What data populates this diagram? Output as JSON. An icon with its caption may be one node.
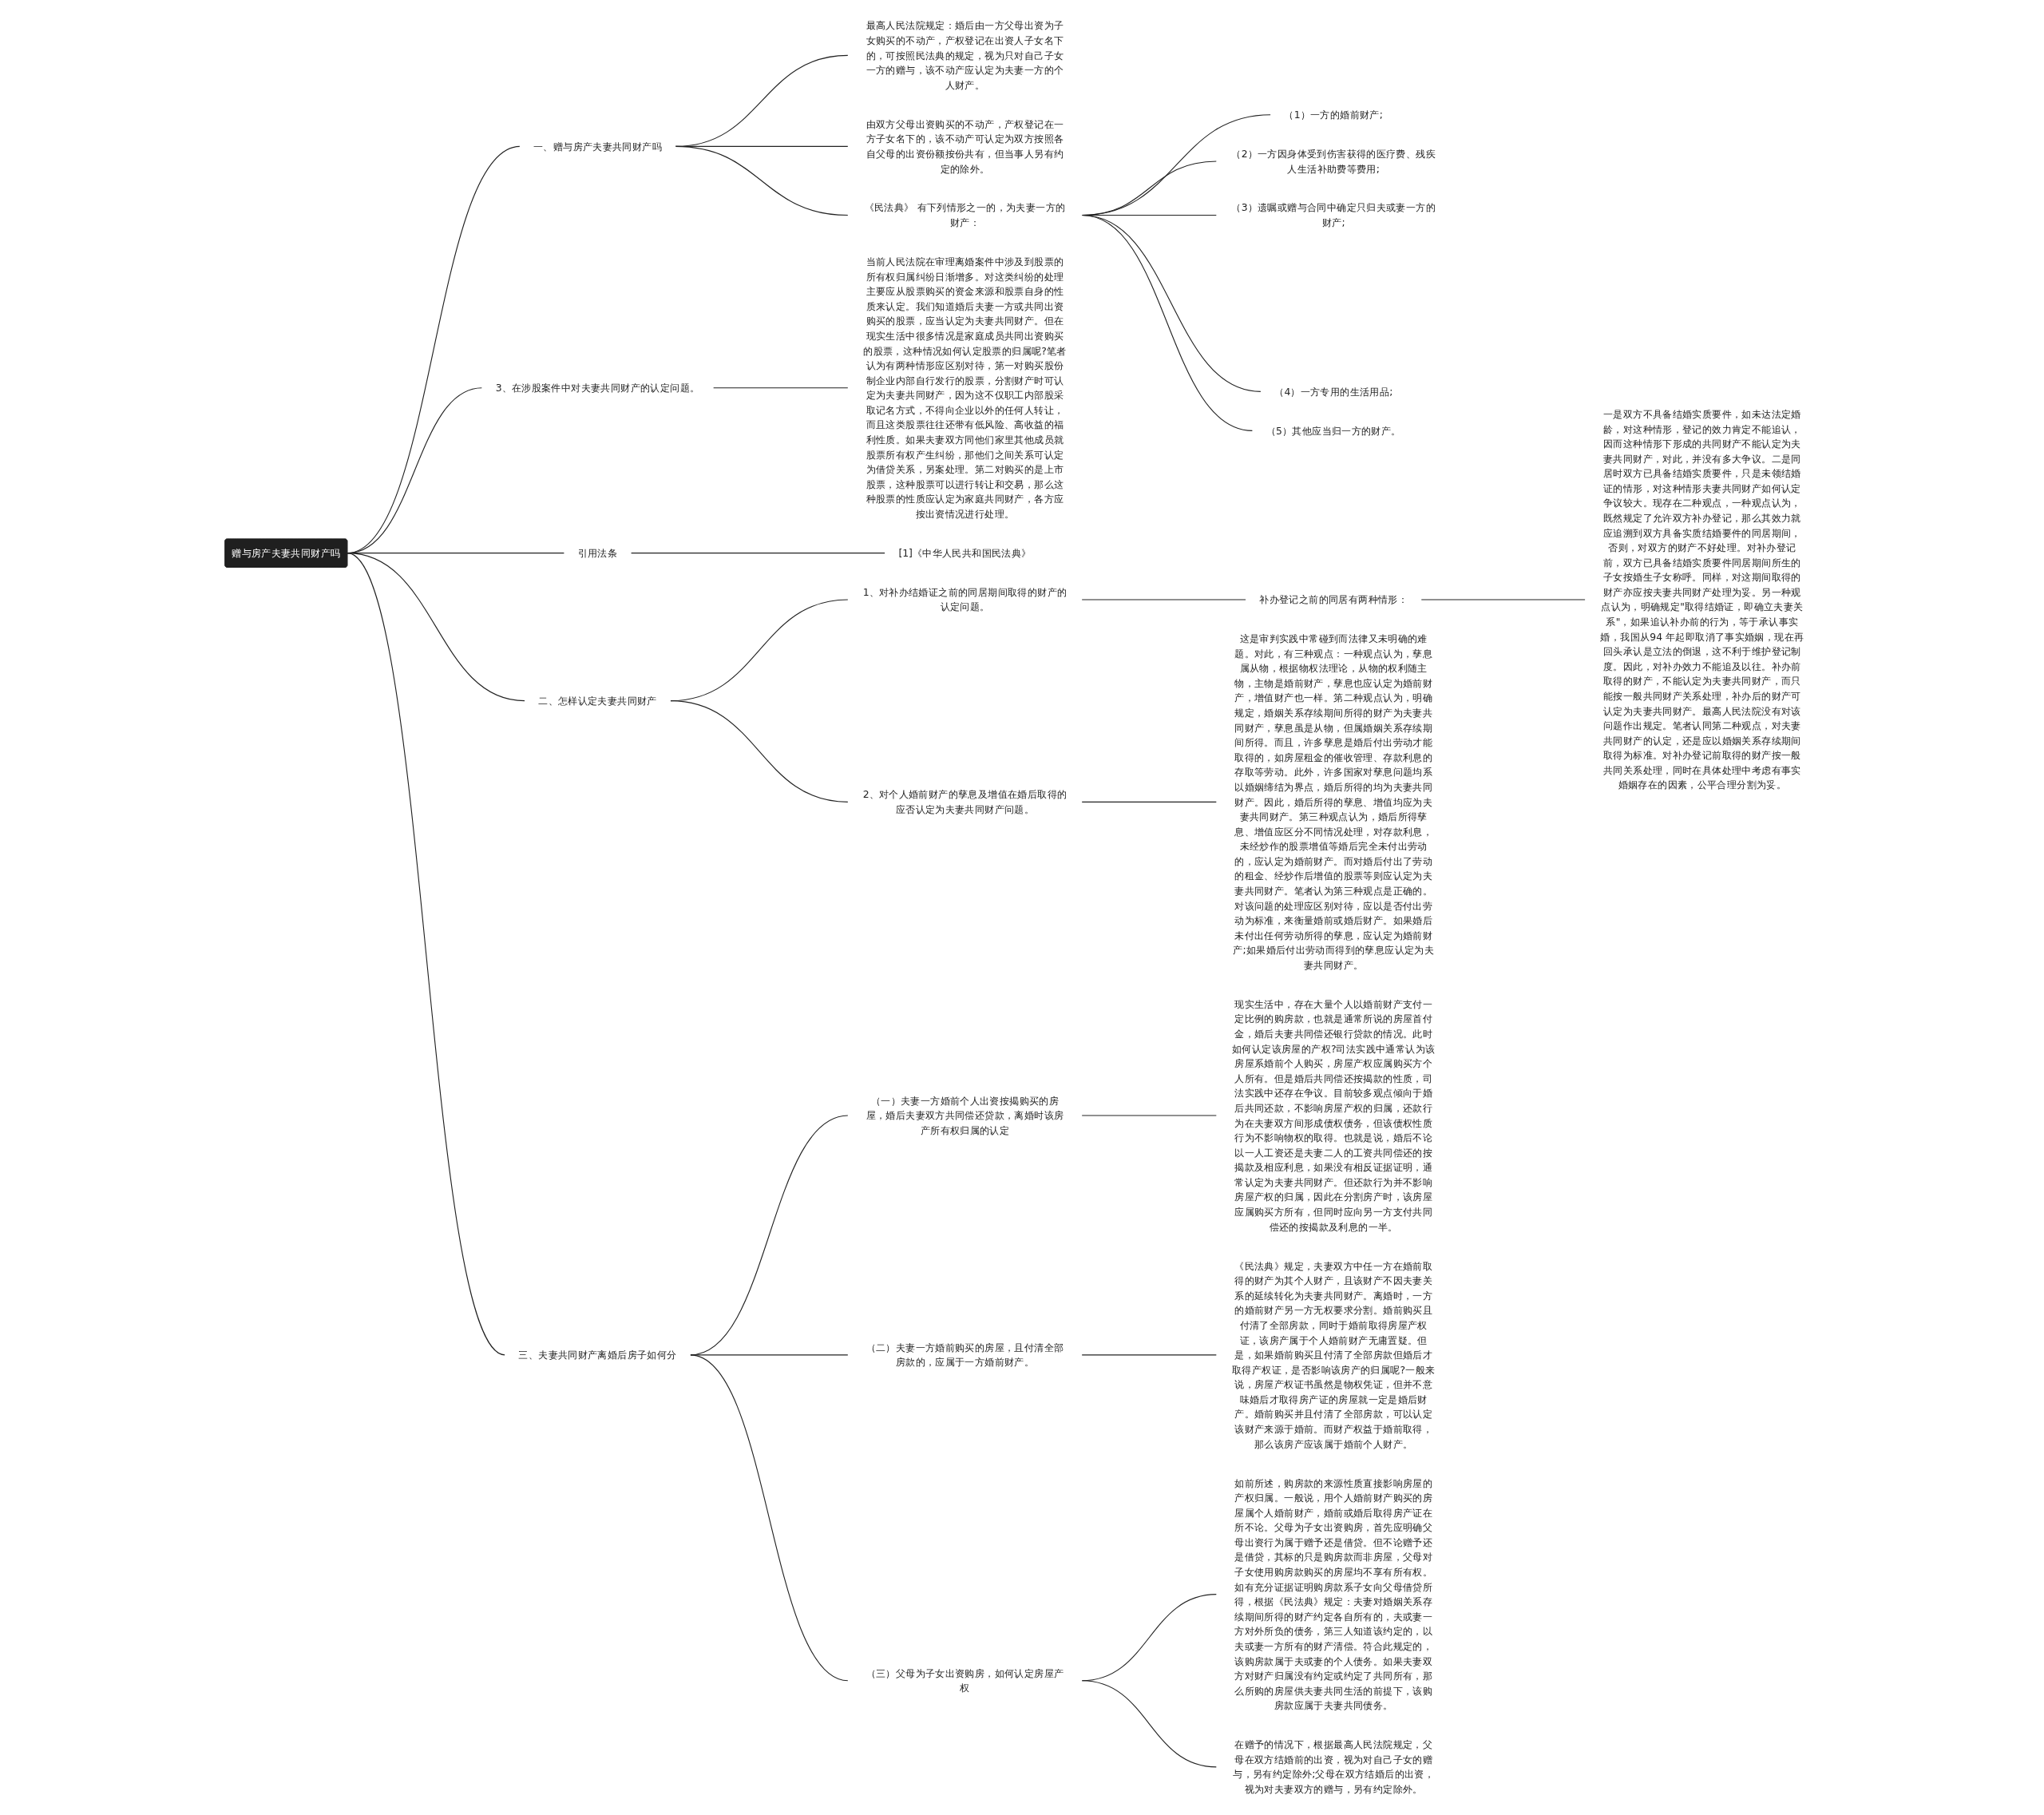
{
  "diagram": {
    "nodes": [
      {
        "text": [
          "赠与房产夫妻共同财产吗"
        ]
      },
      {
        "text": [
          "一、赠与房产夫妻共同财产吗"
        ]
      },
      {
        "text": [
          "最高人民法院规定：婚后由一方父母出资为子女购买的不动产，产权登记在出资人子女名下的，可按照民法典的规定，视为只对自己子女一方的赠与，该不动产应认定为夫妻一方的个人财产。"
        ]
      },
      {
        "text": [
          "由双方父母出资购买的不动产，产权登记在一方子女名下的，该不动产可认定为双方按照各自父母的出资份额按份共有，但当事人另有约定的除外。"
        ]
      },
      {
        "text": [
          "《民法典》 有下列情形之一的，为夫妻一方的财产："
        ]
      },
      {
        "text": [
          "（1）一方的婚前财产;"
        ]
      },
      {
        "text": [
          "（2）一方因身体受到伤害获得的医疗费、残疾人生活补助费等费用;"
        ]
      },
      {
        "text": [
          "（3）遗嘱或赠与合同中确定只归夫或妻一方的财产;"
        ]
      },
      {
        "text": [
          "（4）一方专用的生活用品;"
        ]
      },
      {
        "text": [
          "（5）其他应当归一方的财产。"
        ]
      },
      {
        "text": [
          "3、在涉股案件中对夫妻共同财产的认定问题。"
        ]
      },
      {
        "text": [
          "当前人民法院在审理离婚案件中涉及到股票的所有权归属纠纷日渐增多。对这类纠纷的处理主要应从股票购买的资金来源和股票自身的性质来认定。我们知道婚后夫妻一方或共同出资购买的股票，应当认定为夫妻共同财产。但在现实生活中很多情况是家庭成员共同出资购买的股票，这种情况如何认定股票的归属呢?笔者认为有两种情形应区别对待，第一对购买股份制企业内部自行发行的股票，分割财产时可认定为夫妻共同财产，因为这不仅职工内部股采取记名方式，不得向企业以外的任何人转让，而且这类股票往往还带有低风险、高收益的福利性质。如果夫妻双方同他们家里其他成员就股票所有权产生纠纷，那他们之间关系可认定为借贷关系，另案处理。第二对购买的是上市股票，这种股票可以进行转让和交易，那么这种股票的性质应认定为家庭共同财产，各方应按出资情况进行处理。"
        ]
      },
      {
        "text": [
          "引用法条"
        ]
      },
      {
        "text": [
          "[1]《中华人民共和国民法典》"
        ]
      },
      {
        "text": [
          "二、怎样认定夫妻共同财产"
        ]
      },
      {
        "text": [
          "1、对补办结婚证之前的同居期间取得的财产的认定问题。"
        ]
      },
      {
        "text": [
          "补办登记之前的同居有两种情形："
        ]
      },
      {
        "text": [
          "一是双方不具备结婚实质要件，如未达法定婚龄，对这种情形，登记的效力肯定不能追认，因而这种情形下形成的共同财产不能认定为夫妻共同财产，对此，并没有多大争议。二是同居时双方已具备结婚实质要件，只是未领结婚证的情形，对这种情形夫妻共同财产如何认定争议较大。现存在二种观点，一种观点认为，既然规定了允许双方补办登记，那么其效力就应追溯到双方具备实质结婚要件的同居期间，否则，对双方的财产不好处理。对补办登记前，双方已具备结婚实质要件同居期间所生的子女按婚生子女称呼。同样，对这期间取得的财产亦应按夫妻共同财产处理为妥。另一种观点认为，明确规定\"取得结婚证，即确立夫妻关系\"，如果追认补办前的行为，等于承认事实婚，我国从94 年起即取消了事实婚姻，现在再回头承认是立法的倒退，这不利于维护登记制度。因此，对补办效力不能追及以往。补办前取得的财产，不能认定为夫妻共同财产，而只能按一般共同财产关系处理，补办后的财产可认定为夫妻共同财产。最高人民法院没有对该问题作出规定。笔者认同第二种观点，对夫妻共同财产的认定，还是应以婚姻关系存续期间取得为标准。对补办登记前取得的财产按一般共同关系处理，同时在具体处理中考虑有事实婚姻存在的因素，公平合理分割为妥。"
        ]
      },
      {
        "text": [
          "2、对个人婚前财产的孳息及增值在婚后取得的应否认定为夫妻共同财产问题。"
        ]
      },
      {
        "text": [
          "这是审判实践中常碰到而法律又未明确的难题。对此，有三种观点：一种观点认为，孳息属从物，根据物权法理论，从物的权利随主物，主物是婚前财产，孳息也应认定为婚前财产，增值财产也一样。第二种观点认为，明确规定，婚姻关系存续期间所得的财产为夫妻共同财产，孳息虽是从物，但属婚姻关系存续期间所得。而且，许多孳息是婚后付出劳动才能取得的，如房屋租金的催收管理、存款利息的存取等劳动。此外，许多国家对孳息问题均系以婚姻缔结为界点，婚后所得的均为夫妻共同财产。因此，婚后所得的孳息、增值均应为夫妻共同财产。第三种观点认为，婚后所得孳息、增值应区分不同情况处理，对存款利息，未经炒作的股票增值等婚后完全未付出劳动的，应认定为婚前财产。而对婚后付出了劳动的租金、经炒作后增值的股票等则应认定为夫妻共同财产。笔者认为第三种观点是正确的。对该问题的处理应区别对待，应以是否付出劳动为标准，来衡量婚前或婚后财产。如果婚后未付出任何劳动所得的孳息，应认定为婚前财产;如果婚后付出劳动而得到的孳息应认定为夫妻共同财产。"
        ]
      },
      {
        "text": [
          "三、夫妻共同财产离婚后房子如何分"
        ]
      },
      {
        "text": [
          "（一）夫妻一方婚前个人出资按揭购买的房屋，婚后夫妻双方共同偿还贷款，离婚时该房产所有权归属的认定"
        ]
      },
      {
        "text": [
          "现实生活中，存在大量个人以婚前财产支付一定比例的购房款，也就是通常所说的房屋首付金，婚后夫妻共同偿还银行贷款的情况。此时如何认定该房屋的产权?司法实践中通常认为该房屋系婚前个人购买，房屋产权应属购买方个人所有。但是婚后共同偿还按揭款的性质，司法实践中还存在争议。目前较多观点倾向于婚后共同还款，不影响房屋产权的归属，还款行为在夫妻双方间形成债权债务，但该债权性质行为不影响物权的取得。也就是说，婚后不论以一人工资还是夫妻二人的工资共同偿还的按揭款及相应利息，如果没有相反证据证明，通常认定为夫妻共同财产。但还款行为并不影响房屋产权的归属，因此在分割房产时，该房屋应属购买方所有，但同时应向另一方支付共同偿还的按揭款及利息的一半。"
        ]
      },
      {
        "text": [
          "（二）夫妻一方婚前购买的房屋，且付清全部房款的，应属于一方婚前财产。"
        ]
      },
      {
        "text": [
          "《民法典》规定，夫妻双方中任一方在婚前取得的财产为其个人财产，且该财产不因夫妻关系的延续转化为夫妻共同财产。离婚时，一方的婚前财产另一方无权要求分割。婚前购买且付清了全部房款，同时于婚前取得房屋产权证，该房产属于个人婚前财产无庸置疑。但是，如果婚前购买且付清了全部房款但婚后才取得产权证，是否影响该房产的归属呢?一般来说，房屋产权证书虽然是物权凭证，但并不意味婚后才取得房产证的房屋就一定是婚后财产。婚前购买并且付清了全部房款，可以认定该财产来源于婚前。而财产权益于婚前取得，那么该房产应该属于婚前个人财产。"
        ]
      },
      {
        "text": [
          "（三）父母为子女出资购房，如何认定房屋产权"
        ]
      },
      {
        "text": [
          "如前所述，购房款的来源性质直接影响房屋的产权归属。一般说，用个人婚前财产购买的房屋属个人婚前财产，婚前或婚后取得房产证在所不论。父母为子女出资购房，首先应明确父母出资行为属于赠予还是借贷。但不论赠予还是借贷，其标的只是购房款而非房屋，父母对子女使用购房款购买的房屋均不享有所有权。如有充分证据证明购房款系子女向父母借贷所得，根据《民法典》规定：夫妻对婚姻关系存续期间所得的财产约定各自所有的，夫或妻一方对外所负的债务，第三人知道该约定的，以夫或妻一方所有的财产清偿。符合此规定的，该购房款属于夫或妻的个人债务。如果夫妻双方对财产归属没有约定或约定了共同所有，那么所购的房屋供夫妻共同生活的前提下，该购房款应属于夫妻共同债务。"
        ]
      },
      {
        "text": [
          "在赠予的情况下，根据最高人民法院规定，父母在双方结婚前的出资，视为对自己子女的赠与，另有约定除外;父母在双方结婚后的出资，视为对夫妻双方的赠与，另有约定除外。"
        ]
      }
    ],
    "edges": [
      {
        "from": 0,
        "to": 1,
        "arrow": "none"
      },
      {
        "from": 1,
        "to": 2,
        "arrow": "none"
      },
      {
        "from": 1,
        "to": 3,
        "arrow": "none"
      },
      {
        "from": 1,
        "to": 4,
        "arrow": "none"
      },
      {
        "from": 4,
        "to": 5,
        "arrow": "none"
      },
      {
        "from": 4,
        "to": 6,
        "arrow": "none"
      },
      {
        "from": 4,
        "to": 7,
        "arrow": "none"
      },
      {
        "from": 4,
        "to": 8,
        "arrow": "none"
      },
      {
        "from": 4,
        "to": 9,
        "arrow": "none"
      },
      {
        "from": 0,
        "to": 10,
        "arrow": "none"
      },
      {
        "from": 10,
        "to": 11,
        "arrow": "none"
      },
      {
        "from": 0,
        "to": 12,
        "arrow": "none"
      },
      {
        "from": 12,
        "to": 13,
        "arrow": "none"
      },
      {
        "from": 0,
        "to": 14,
        "arrow": "none"
      },
      {
        "from": 14,
        "to": 15,
        "arrow": "none"
      },
      {
        "from": 15,
        "to": 16,
        "arrow": "none"
      },
      {
        "from": 16,
        "to": 17,
        "arrow": "none"
      },
      {
        "from": 14,
        "to": 18,
        "arrow": "none"
      },
      {
        "from": 18,
        "to": 19,
        "arrow": "none"
      },
      {
        "from": 0,
        "to": 20,
        "arrow": "none"
      },
      {
        "from": 20,
        "to": 21,
        "arrow": "none"
      },
      {
        "from": 21,
        "to": 22,
        "arrow": "none"
      },
      {
        "from": 20,
        "to": 23,
        "arrow": "none"
      },
      {
        "from": 23,
        "to": 24,
        "arrow": "none"
      },
      {
        "from": 20,
        "to": 25,
        "arrow": "none"
      },
      {
        "from": 25,
        "to": 26,
        "arrow": "none"
      },
      {
        "from": 25,
        "to": 27,
        "arrow": "none"
      }
    ]
  }
}
